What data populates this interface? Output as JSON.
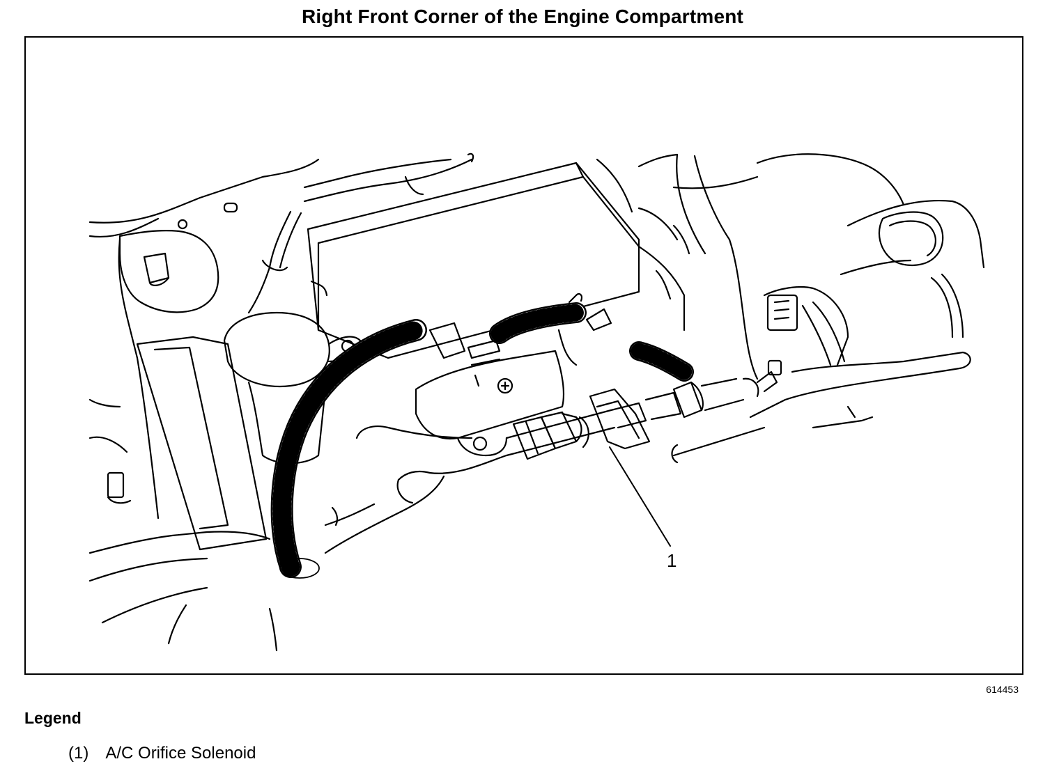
{
  "title": "Right Front Corner of the Engine Compartment",
  "figure_id": "614453",
  "legend": {
    "heading": "Legend",
    "items": [
      {
        "number": "(1)",
        "label": "A/C Orifice Solenoid"
      }
    ]
  },
  "callouts": [
    {
      "number": "1"
    }
  ]
}
